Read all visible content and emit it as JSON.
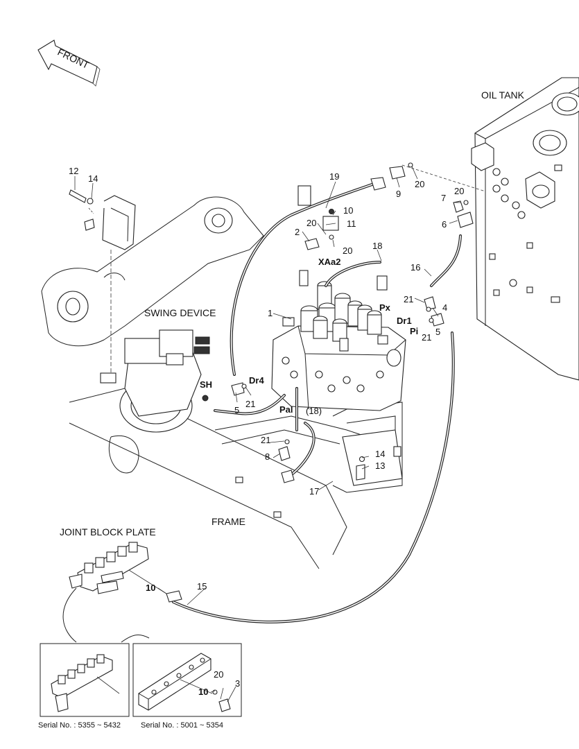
{
  "arrow": {
    "label": "FRONT"
  },
  "captions": {
    "oil_tank": "OIL TANK",
    "swing_device": "SWING DEVICE",
    "frame": "FRAME",
    "joint_block_plate": "JOINT BLOCK PLATE"
  },
  "ports": {
    "xaa2": "XAa2",
    "px": "Px",
    "dr1": "Dr1",
    "pi": "Pi",
    "dr4": "Dr4",
    "sh": "SH",
    "pal": "Pal"
  },
  "callouts": {
    "n1": "1",
    "n2": "2",
    "n3": "3",
    "n4": "4",
    "n5a": "5",
    "n5b": "5",
    "n6": "6",
    "n7": "7",
    "n8": "8",
    "n9": "9",
    "n10a": "10",
    "n10b": "10",
    "n10c": "10",
    "n11": "11",
    "n12": "12",
    "n13": "13",
    "n14a": "14",
    "n14b": "14",
    "n15": "15",
    "n16": "16",
    "n17": "17",
    "n18": "18",
    "n18p": "(18)",
    "n19": "19",
    "n20a": "20",
    "n20b": "20",
    "n20c": "20",
    "n20d": "20",
    "n20e": "20",
    "n21a": "21",
    "n21b": "21",
    "n21c": "21",
    "n21d": "21"
  },
  "serials": {
    "left": "Serial No. : 5355 ~ 5432",
    "right": "Serial No. : 5001 ~ 5354"
  }
}
